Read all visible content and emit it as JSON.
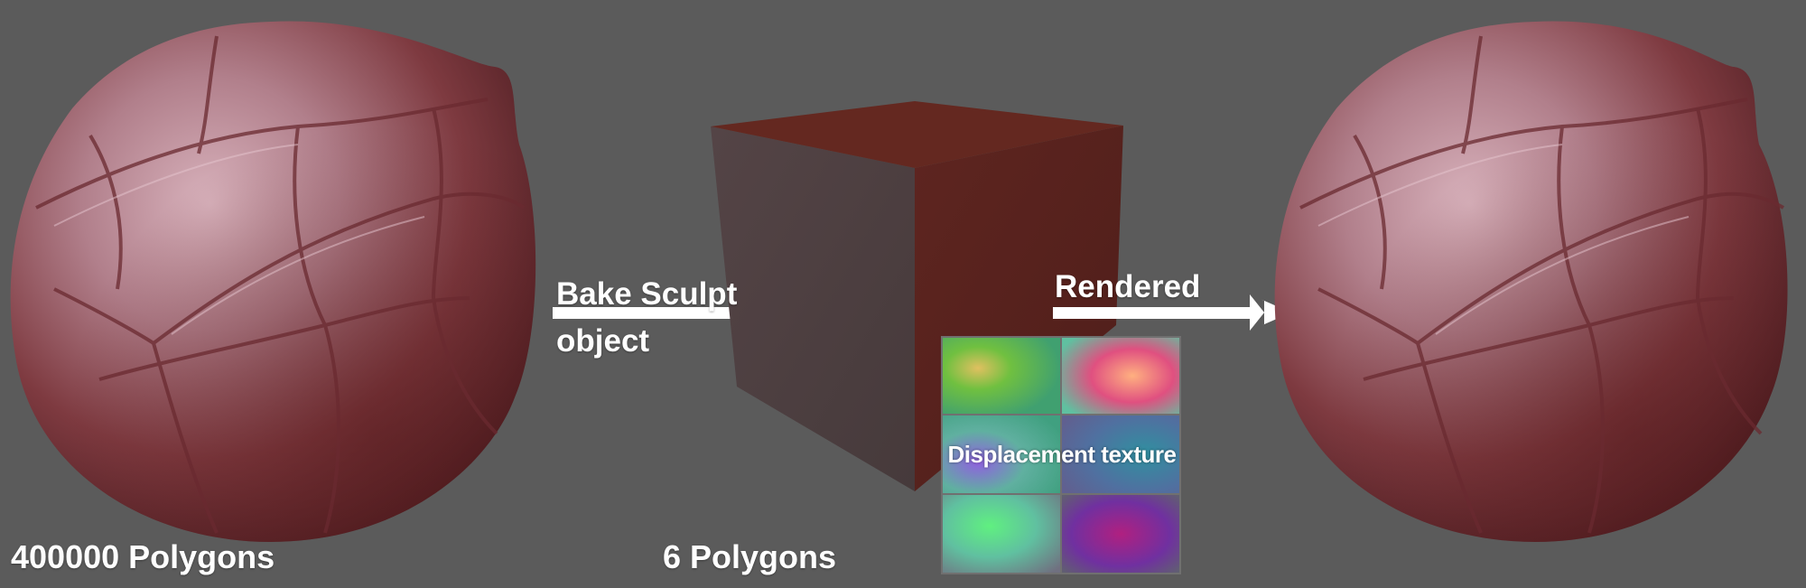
{
  "left_object": {
    "caption": "400000 Polygons"
  },
  "bake_arrow": {
    "line1": "Bake Sculpt",
    "line2": "object"
  },
  "cube_object": {
    "caption": "6 Polygons"
  },
  "displacement": {
    "label": "Displacement texture"
  },
  "render_arrow": {
    "label": "Rendered"
  },
  "colors": {
    "background": "#5b5b5b",
    "sphere_base": "#7a3338",
    "sphere_highlight": "#c99aa6",
    "cube_front": "#4e4042",
    "cube_side": "#5c2420",
    "cube_top": "#64281f",
    "arrow": "#ffffff"
  }
}
